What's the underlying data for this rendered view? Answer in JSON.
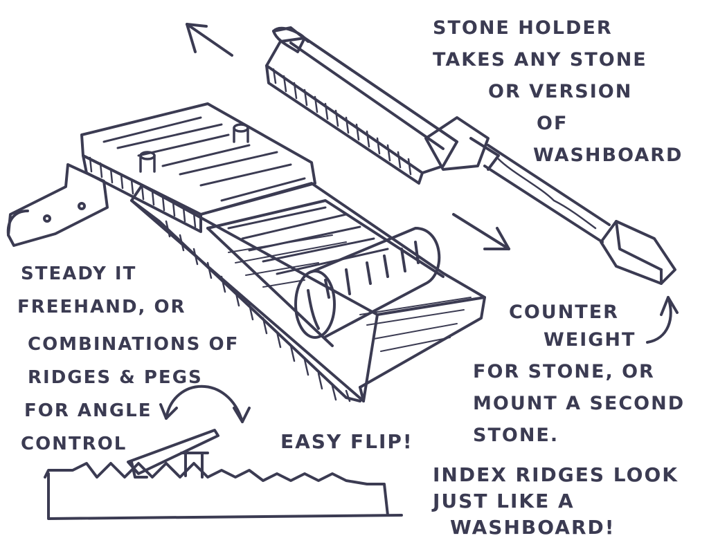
{
  "notes": {
    "stone_holder": [
      "STONE HOLDER",
      "TAKES ANY STONE",
      "OR VERSION",
      "OF",
      "WASHBOARD"
    ],
    "steady": [
      "STEADY IT",
      "FREEHAND, OR",
      "COMBINATIONS OF",
      "RIDGES & PEGS",
      "FOR ANGLE",
      "CONTROL"
    ],
    "counter_weight": [
      "COUNTER",
      "WEIGHT"
    ],
    "second_stone": [
      "FOR STONE, OR",
      "MOUNT A SECOND",
      "STONE."
    ],
    "easy_flip": "EASY FLIP!",
    "index_ridges": [
      "INDEX RIDGES LOOK",
      "JUST LIKE A",
      "WASHBOARD!"
    ]
  },
  "colors": {
    "ink": "#3b3b52",
    "paper": "#ffffff"
  }
}
